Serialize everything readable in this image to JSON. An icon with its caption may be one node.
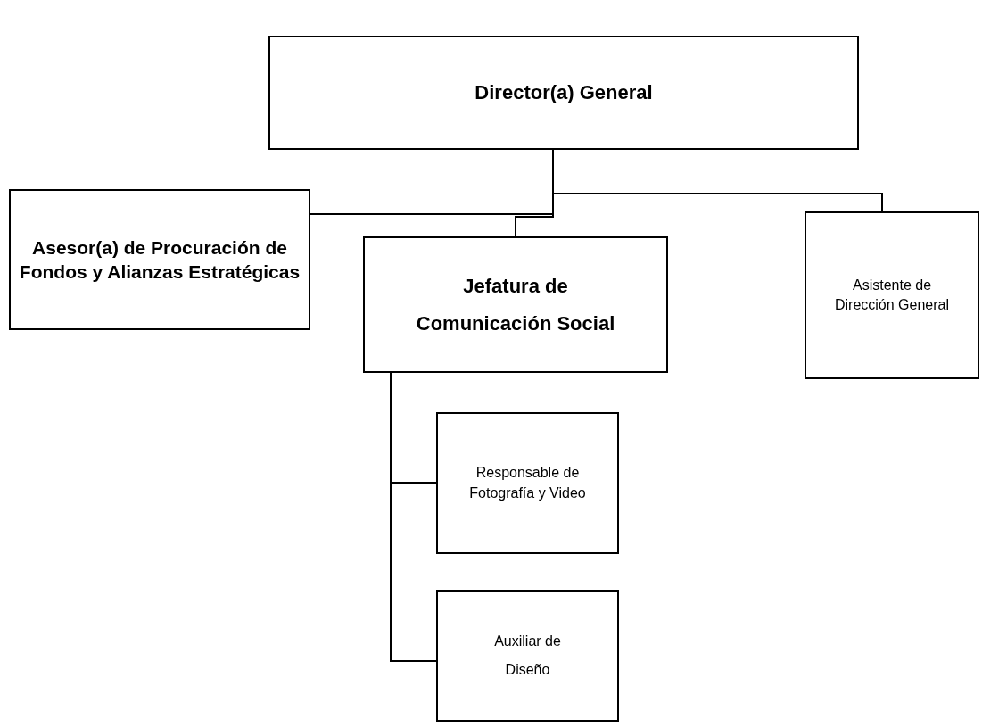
{
  "diagram": {
    "nodes": [
      {
        "text": [
          "Director(a) General"
        ]
      },
      {
        "text": [
          "Asesor(a) de Procuración de Fondos y Alianzas Estratégicas"
        ]
      },
      {
        "text": [
          "Jefatura de Comunicación Social"
        ]
      },
      {
        "text": [
          "Asistente de Dirección General"
        ]
      },
      {
        "text": [
          "Responsable de Fotografía y Video"
        ]
      },
      {
        "text": [
          "Auxiliar de Diseño"
        ]
      }
    ],
    "edges": [
      {
        "from": 0,
        "to": 1,
        "arrow": "none"
      },
      {
        "from": 0,
        "to": 2,
        "arrow": "none"
      },
      {
        "from": 0,
        "to": 3,
        "arrow": "none"
      },
      {
        "from": 2,
        "to": 4,
        "arrow": "none"
      },
      {
        "from": 2,
        "to": 5,
        "arrow": "none"
      }
    ]
  }
}
